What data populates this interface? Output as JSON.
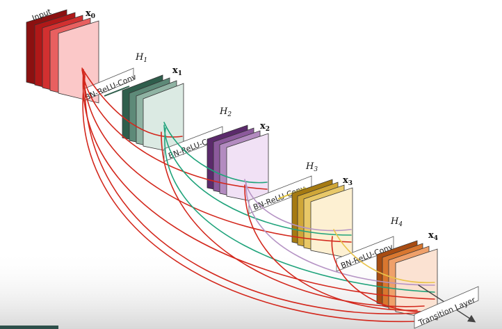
{
  "input_label": "Input",
  "transition_label": "Transition Layer",
  "bn_label": "BN-ReLU-Conv",
  "blocks": [
    {
      "id": "x0",
      "x_label": "x",
      "x_sub": "0",
      "h_label": "",
      "h_sub": "",
      "colors": [
        "#8b1010",
        "#b01818",
        "#d23030",
        "#e86060",
        "#fbc8c8"
      ]
    },
    {
      "id": "x1",
      "x_label": "x",
      "x_sub": "1",
      "h_label": "H",
      "h_sub": "1",
      "colors": [
        "#2f5e4c",
        "#5d8a78",
        "#8fb3a3",
        "#b8d3c7",
        "#dbeae3"
      ]
    },
    {
      "id": "x2",
      "x_label": "x",
      "x_sub": "2",
      "h_label": "H",
      "h_sub": "2",
      "colors": [
        "#5b2a6b",
        "#8c5a9c",
        "#b38bc0",
        "#d5b8dd",
        "#f1e1f5"
      ]
    },
    {
      "id": "x3",
      "x_label": "x",
      "x_sub": "3",
      "h_label": "H",
      "h_sub": "3",
      "colors": [
        "#a57a12",
        "#d0a738",
        "#e8c868",
        "#f3dca0",
        "#fdf0d2"
      ]
    },
    {
      "id": "x4",
      "x_label": "x",
      "x_sub": "4",
      "h_label": "H",
      "h_sub": "4",
      "colors": [
        "#a84c12",
        "#d9772f",
        "#efa06a",
        "#f7c6a3",
        "#fbe2d2"
      ]
    }
  ],
  "connection_colors": {
    "from_x0": "#d3271c",
    "from_x1": "#1fa37b",
    "from_x2": "#b593c4",
    "from_x3": "#e9c34b",
    "arrow": "#444444"
  }
}
